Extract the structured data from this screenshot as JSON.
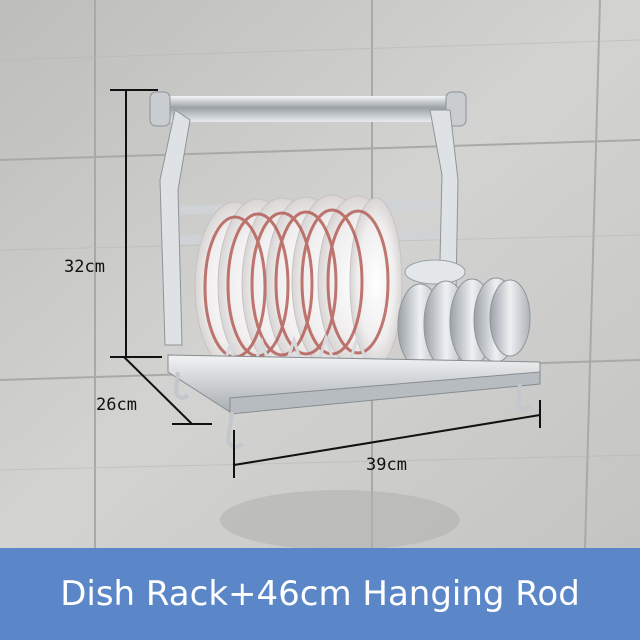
{
  "scene": {
    "subject": "wall-mounted stainless dish rack with hanging rod, plates and bowls",
    "wall_color": "#c8c8c6",
    "metal_color": "#d9dde0"
  },
  "dimensions": {
    "height_label": "32cm",
    "depth_label": "26cm",
    "width_label": "39cm"
  },
  "banner": {
    "text": "Dish Rack+46cm Hanging Rod",
    "background": "#5b86c7",
    "text_color": "#ffffff"
  }
}
